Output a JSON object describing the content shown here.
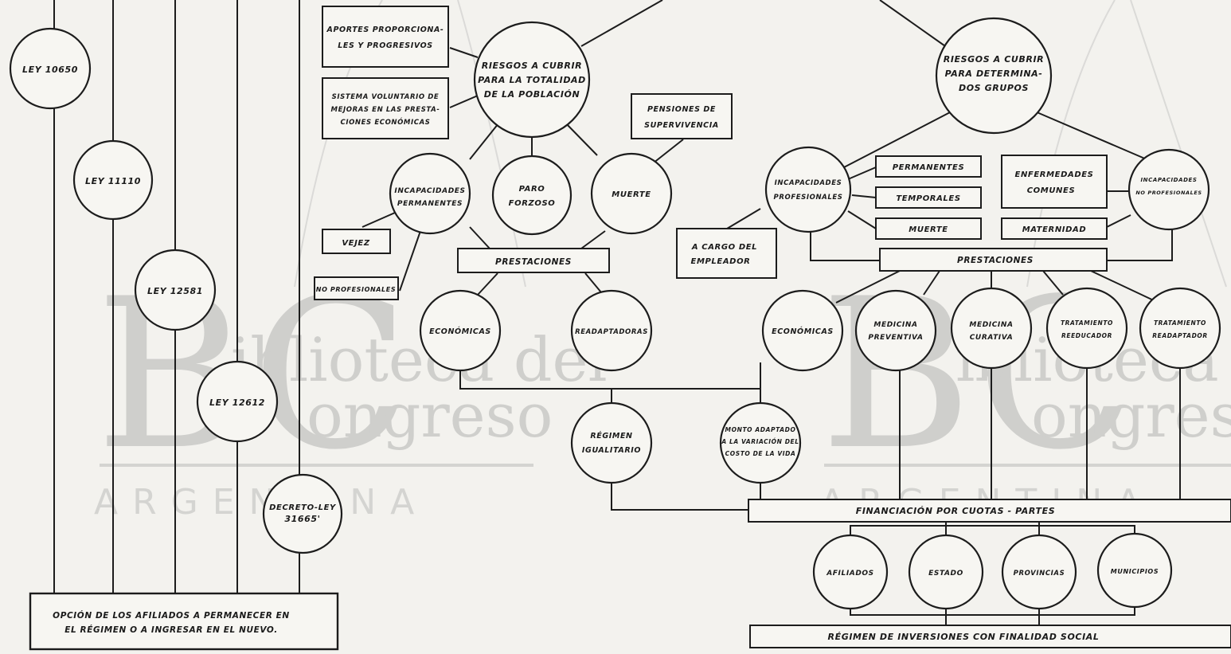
{
  "watermark": {
    "monogram": "BC",
    "line1": "iblioteca del",
    "line2": "ongreso",
    "country": "A R G E N T I N A"
  },
  "laws": {
    "ley_10650": "LEY 10650",
    "ley_11110": "LEY 11110",
    "ley_12581": "LEY 12581",
    "ley_12612": "LEY 12612",
    "decreto_line1": "DECRETO-LEY",
    "decreto_line2": "31665'"
  },
  "option_box": {
    "line1": "OPCIÓN DE LOS AFILIADOS A PERMANECER EN",
    "line2": "EL RÉGIMEN O A INGRESAR EN EL  NUEVO."
  },
  "left_boxes": {
    "aportes_line1": "APORTES PROPORCIONA-",
    "aportes_line2": "LES Y PROGRESIVOS",
    "sistema_line1": "SISTEMA VOLUNTARIO DE",
    "sistema_line2": "MEJORAS EN LAS PRESTA-",
    "sistema_line3": "CIONES ECONÓMICAS",
    "vejez": "VEJEZ",
    "no_profesionales": "NO PROFESIONALES",
    "pensiones_line1": "PENSIONES DE",
    "pensiones_line2": "SUPERVIVENCIA",
    "prestaciones": "PRESTACIONES"
  },
  "left_nodes": {
    "riesgos_line1": "RIESGOS A CUBRIR",
    "riesgos_line2": "PARA LA TOTALIDAD",
    "riesgos_line3": "DE LA POBLACIÓN",
    "incap_line1": "INCAPACIDADES",
    "incap_line2": "PERMANENTES",
    "paro_line1": "PARO",
    "paro_line2": "FORZOSO",
    "muerte": "MUERTE",
    "economicas": "ECONÓMICAS",
    "readaptadoras": "READAPTADORAS",
    "regimen_line1": "RÉGIMEN",
    "regimen_line2": "IGUALITARIO",
    "monto_line1": "MONTO ADAPTADO",
    "monto_line2": "A LA VARIACIÓN DEL",
    "monto_line3": "COSTO DE LA VIDA"
  },
  "right_nodes": {
    "riesgos_line1": "RIESGOS A CUBRIR",
    "riesgos_line2": "PARA DETERMINA-",
    "riesgos_line3": "DOS GRUPOS",
    "incap_prof_line1": "INCAPACIDADES",
    "incap_prof_line2": "PROFESIONALES",
    "incap_noprof_line1": "INCAPACIDADES",
    "incap_noprof_line2": "NO PROFESIONALES",
    "economicas": "ECONÓMICAS",
    "med_prev_line1": "MEDICINA",
    "med_prev_line2": "PREVENTIVA",
    "med_cur_line1": "MEDICINA",
    "med_cur_line2": "CURATIVA",
    "trat_reed_line1": "TRATAMIENTO",
    "trat_reed_line2": "REEDUCADOR",
    "trat_read_line1": "TRATAMIENTO",
    "trat_read_line2": "READAPTADOR",
    "afiliados": "AFILIADOS",
    "estado": "ESTADO",
    "provincias": "PROVINCIAS",
    "municipios": "MUNICIPIOS"
  },
  "right_boxes": {
    "permanentes": "PERMANENTES",
    "temporales": "TEMPORALES",
    "muerte": "MUERTE",
    "enfermedades_line1": "ENFERMEDADES",
    "enfermedades_line2": "COMUNES",
    "maternidad": "MATERNIDAD",
    "a_cargo_line1": "A CARGO DEL",
    "a_cargo_line2": "EMPLEADOR",
    "prestaciones": "PRESTACIONES",
    "financiacion": "FINANCIACIÓN  POR  CUOTAS -  PARTES",
    "inversiones": "RÉGIMEN  DE  INVERSIONES  CON  FINALIDAD  SOCIAL"
  }
}
